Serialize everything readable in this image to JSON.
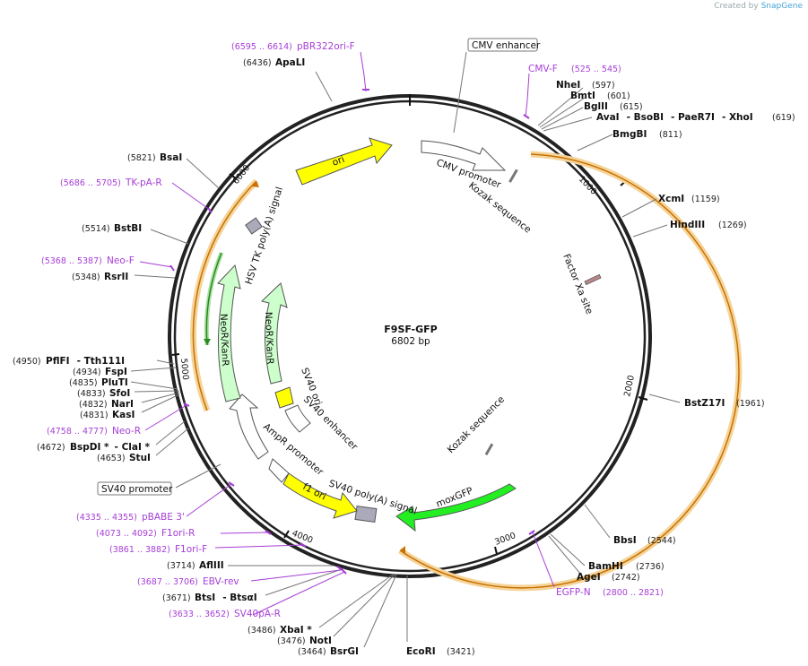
{
  "credit": {
    "prefix": "Created by",
    "brand": "SnapGene"
  },
  "plasmid": {
    "name": "F9SF-GFP",
    "size": "6802 bp"
  },
  "scale_ticks": [
    "1000",
    "2000",
    "3000",
    "4000",
    "5000",
    "6000"
  ],
  "enzymes": [
    {
      "name": "ApaLI",
      "pos": "(6436)"
    },
    {
      "name": "NheI",
      "pos": "(597)"
    },
    {
      "name": "BmtI",
      "pos": "(601)"
    },
    {
      "name": "BglII",
      "pos": "(615)"
    },
    {
      "name": "AvaI",
      "extra": [
        "BsoBI",
        "PaeR7I",
        "XhoI"
      ],
      "pos": "(619)"
    },
    {
      "name": "BmgBI",
      "pos": "(811)"
    },
    {
      "name": "XcmI",
      "pos": "(1159)"
    },
    {
      "name": "HindIII",
      "pos": "(1269)"
    },
    {
      "name": "BstZ17I",
      "pos": "(1961)"
    },
    {
      "name": "BbsI",
      "pos": "(2544)"
    },
    {
      "name": "BamHI",
      "pos": "(2736)"
    },
    {
      "name": "AgeI",
      "pos": "(2742)"
    },
    {
      "name": "EcoRI",
      "pos": "(3421)"
    },
    {
      "name": "BsrGI",
      "pos": "(3464)"
    },
    {
      "name": "NotI",
      "pos": "(3476)"
    },
    {
      "name": "XbaI *",
      "pos": "(3486)"
    },
    {
      "name": "BtsI",
      "extra": [
        "BtsαI"
      ],
      "pos": "(3671)"
    },
    {
      "name": "AflIII",
      "pos": "(3714)"
    },
    {
      "name": "StuI",
      "pos": "(4653)"
    },
    {
      "name": "BspDI *",
      "extra": [
        "ClaI *"
      ],
      "pos": "(4672)"
    },
    {
      "name": "KasI",
      "pos": "(4831)"
    },
    {
      "name": "NarI",
      "pos": "(4832)"
    },
    {
      "name": "SfoI",
      "pos": "(4833)"
    },
    {
      "name": "PluTI",
      "pos": "(4835)"
    },
    {
      "name": "FspI",
      "pos": "(4934)"
    },
    {
      "name": "PflFI",
      "extra": [
        "Tth111I"
      ],
      "pos": "(4950)"
    },
    {
      "name": "RsrII",
      "pos": "(5348)"
    },
    {
      "name": "BstBI",
      "pos": "(5514)"
    },
    {
      "name": "BsaI",
      "pos": "(5821)"
    }
  ],
  "primers": [
    {
      "name": "pBR322ori-F",
      "range": "(6595 .. 6614)"
    },
    {
      "name": "CMV-F",
      "range": "(525 .. 545)"
    },
    {
      "name": "EGFP-N",
      "range": "(2800 .. 2821)"
    },
    {
      "name": "SV40pA-R",
      "range": "(3633 .. 3652)"
    },
    {
      "name": "EBV-rev",
      "range": "(3687 .. 3706)"
    },
    {
      "name": "F1ori-F",
      "range": "(3861 .. 3882)"
    },
    {
      "name": "F1ori-R",
      "range": "(4073 .. 4092)"
    },
    {
      "name": "pBABE 3'",
      "range": "(4335 .. 4355)"
    },
    {
      "name": "Neo-R",
      "range": "(4758 .. 4777)"
    },
    {
      "name": "Neo-F",
      "range": "(5368 .. 5387)"
    },
    {
      "name": "TK-pA-R",
      "range": "(5686 .. 5705)"
    }
  ],
  "boxed_features": [
    "CMV enhancer",
    "SV40 promoter"
  ],
  "features": [
    {
      "name": "ori"
    },
    {
      "name": "CMV promoter"
    },
    {
      "name": "Kozak sequence"
    },
    {
      "name": "Factor Xa site"
    },
    {
      "name": "Kozak sequence"
    },
    {
      "name": "moxGFP"
    },
    {
      "name": "SV40 poly(A) signal"
    },
    {
      "name": "f1 ori"
    },
    {
      "name": "AmpR promoter"
    },
    {
      "name": "SV40 enhancer"
    },
    {
      "name": "SV40 ori"
    },
    {
      "name": "NeoR/KanR"
    },
    {
      "name": "NeoR/KanR"
    },
    {
      "name": "HSV TK poly(A) signal"
    }
  ],
  "colors": {
    "ori": "#ffff00",
    "gfp": "#22ee22",
    "neo": "#ccffcc",
    "orf": "#e8a030",
    "primer": "#a63ed6",
    "backbone": "#222222"
  }
}
